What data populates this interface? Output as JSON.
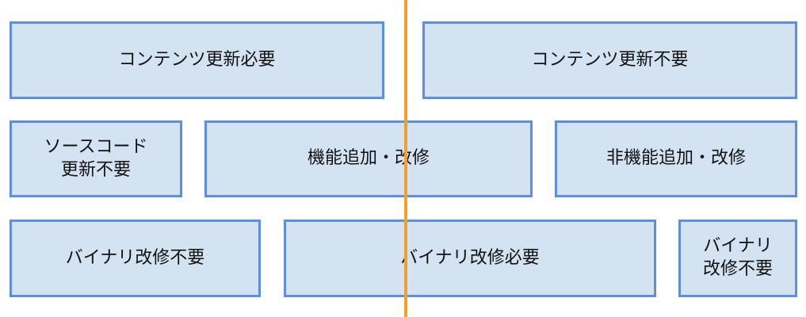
{
  "colors": {
    "box_fill": "#d4e3f2",
    "box_border": "#5b8fe6",
    "divider": "#f0a030",
    "text": "#111111"
  },
  "rows": [
    {
      "boxes": [
        {
          "label": "コンテンツ更新必要"
        },
        {
          "label": "コンテンツ更新不要"
        }
      ]
    },
    {
      "boxes": [
        {
          "label": "ソースコード\n更新不要"
        },
        {
          "label": "機能追加・改修"
        },
        {
          "label": "非機能追加・改修"
        }
      ]
    },
    {
      "boxes": [
        {
          "label": "バイナリ改修不要"
        },
        {
          "label": "バイナリ改修必要"
        },
        {
          "label": "バイナリ\n改修不要"
        }
      ]
    }
  ]
}
